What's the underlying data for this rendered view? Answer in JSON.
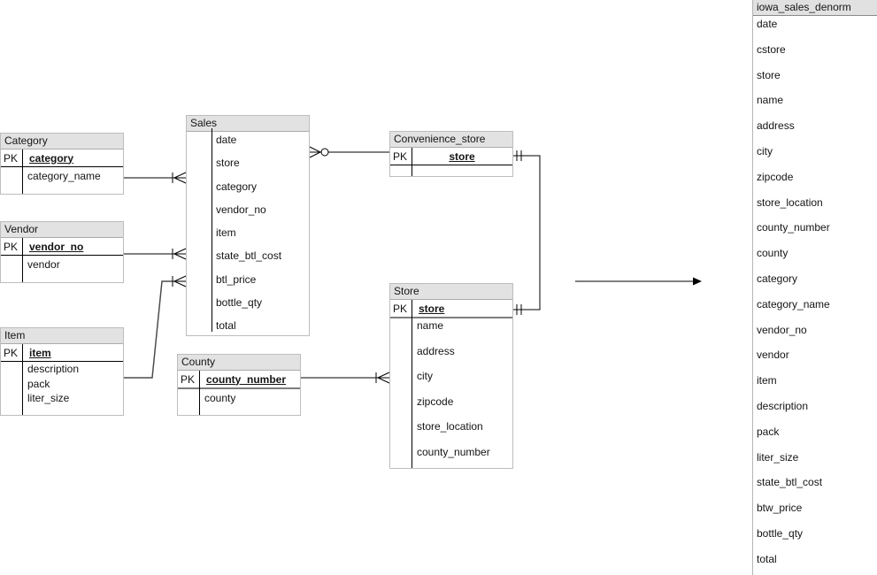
{
  "colors": {
    "entity_header_bg": "#e2e2e2",
    "panel_header_bg": "#e1e1e1",
    "line": "#000000"
  },
  "diagram": {
    "entities": {
      "category": {
        "title": "Category",
        "pk_label": "PK",
        "pk": "category",
        "fields": [
          "category_name"
        ]
      },
      "vendor": {
        "title": "Vendor",
        "pk_label": "PK",
        "pk": "vendor_no",
        "fields": [
          "vendor"
        ]
      },
      "item": {
        "title": "Item",
        "pk_label": "PK",
        "pk": "item",
        "fields": [
          "description",
          "pack",
          "liter_size"
        ]
      },
      "sales": {
        "title": "Sales",
        "fields": [
          "date",
          "store",
          "category",
          "vendor_no",
          "item",
          "state_btl_cost",
          "btl_price",
          "bottle_qty",
          "total"
        ]
      },
      "convenience_store": {
        "title": "Convenience_store",
        "pk_label": "PK",
        "pk": "store",
        "fields": []
      },
      "store": {
        "title": "Store",
        "pk_label": "PK",
        "pk": "store",
        "fields": [
          "name",
          "address",
          "city",
          "zipcode",
          "store_location",
          "county_number"
        ]
      },
      "county": {
        "title": "County",
        "pk_label": "PK",
        "pk": "county_number",
        "fields": [
          "county"
        ]
      }
    },
    "relationships": [
      {
        "from": "Category",
        "to": "Sales",
        "cardinality": "one-to-many"
      },
      {
        "from": "Vendor",
        "to": "Sales",
        "cardinality": "one-to-many"
      },
      {
        "from": "Item",
        "to": "Sales",
        "cardinality": "one-to-many"
      },
      {
        "from": "Sales",
        "to": "Convenience_store",
        "cardinality": "zero-or-many-to-one"
      },
      {
        "from": "Convenience_store",
        "to": "Store",
        "cardinality": "one-to-one"
      },
      {
        "from": "County",
        "to": "Store",
        "cardinality": "one-to-many"
      },
      {
        "from": "diagram",
        "to": "iowa_sales_denorm",
        "cardinality": "arrow"
      }
    ]
  },
  "panel": {
    "title": "iowa_sales_denorm",
    "fields": [
      "date",
      "cstore",
      "store",
      "name",
      "address",
      "city",
      "zipcode",
      "store_location",
      "county_number",
      "county",
      "category",
      "category_name",
      "vendor_no",
      "vendor",
      "item",
      "description",
      "pack",
      "liter_size",
      "state_btl_cost",
      "btw_price",
      "bottle_qty",
      "total"
    ]
  }
}
